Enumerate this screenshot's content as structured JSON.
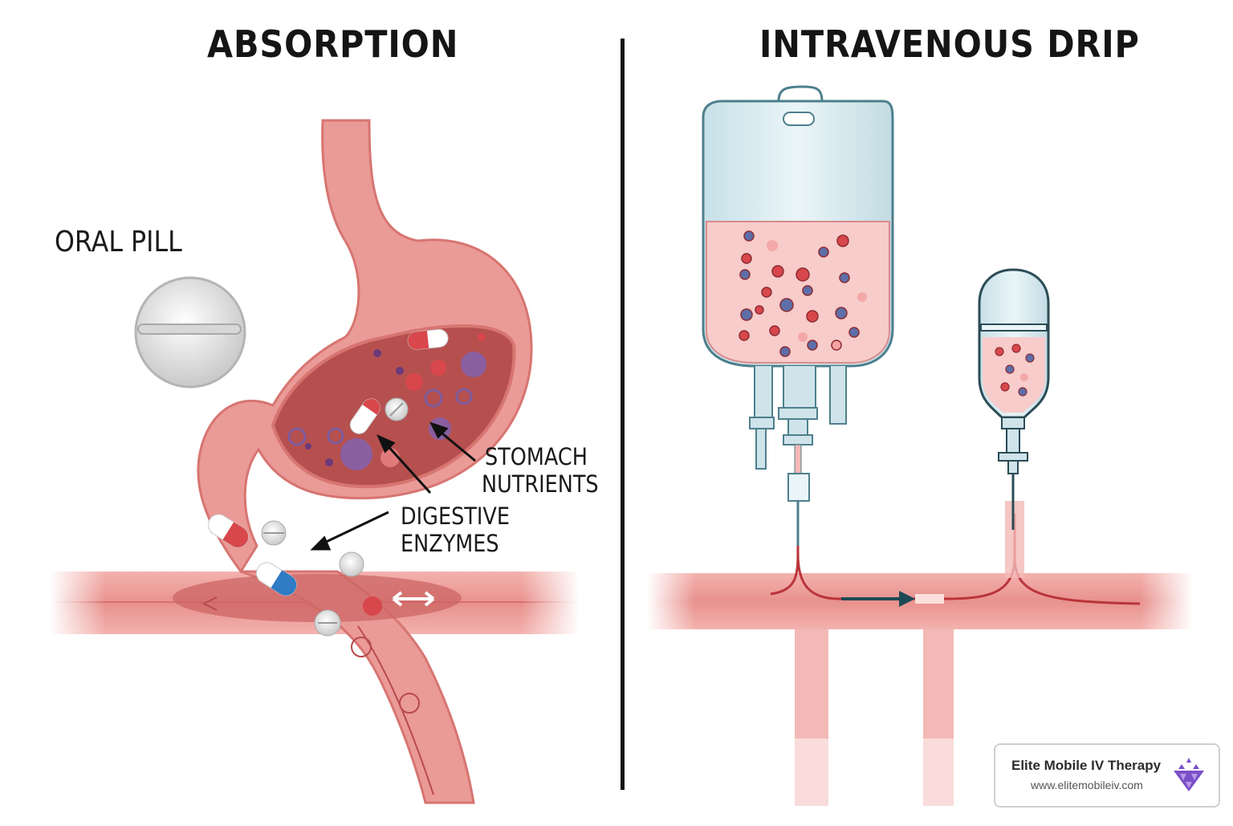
{
  "left_panel": {
    "title": "ABSORPTION",
    "pill_label": "ORAL PILL",
    "callouts": {
      "stomach": "STOMACH",
      "nutrients": "NUTRIENTS",
      "digestive": "DIGESTIVE",
      "enzymes": "ENZYMES"
    }
  },
  "right_panel": {
    "title": "INTRAVENOUS DRIP"
  },
  "brand": {
    "name": "Elite Mobile IV Therapy",
    "url": "www.elitemobileiv.com"
  },
  "colors": {
    "vessel": "#e88f8c",
    "vessel_dark": "#c94c4e",
    "vessel_light": "#f6c9c7",
    "bag_glass": "#cfe4ea",
    "fluid": "#f7cccb",
    "particle_red": "#d8474b",
    "particle_blue": "#5d6ea8",
    "particle_purple": "#8a5fa0",
    "brand_purple": "#7b4fc9"
  }
}
